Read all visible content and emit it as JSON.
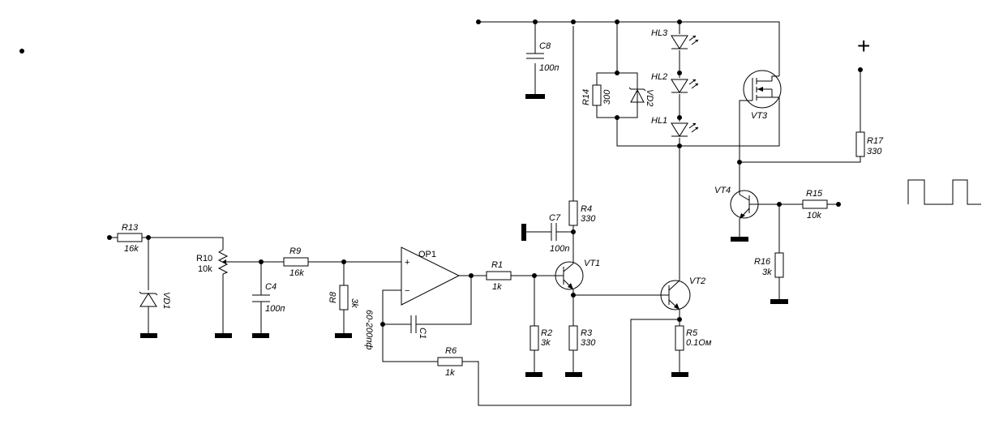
{
  "components": {
    "R13": {
      "ref": "R13",
      "value": "16k"
    },
    "VD1": {
      "ref": "VD1"
    },
    "R10": {
      "ref": "R10",
      "value": "10k"
    },
    "C4": {
      "ref": "C4",
      "value": "100п"
    },
    "R9": {
      "ref": "R9",
      "value": "16k"
    },
    "R8": {
      "ref": "R8",
      "value": "3k"
    },
    "OP1": {
      "ref": "OP1",
      "plus": "+",
      "minus": "−"
    },
    "C1": {
      "ref": "C1",
      "value": "60-200пф"
    },
    "R6": {
      "ref": "R6",
      "value": "1k"
    },
    "R1": {
      "ref": "R1",
      "value": "1k"
    },
    "R2": {
      "ref": "R2",
      "value": "3k"
    },
    "VT1": {
      "ref": "VT1"
    },
    "R3": {
      "ref": "R3",
      "value": "330"
    },
    "R4": {
      "ref": "R4",
      "value": "330"
    },
    "C7": {
      "ref": "C7",
      "value": "100n"
    },
    "VT2": {
      "ref": "VT2"
    },
    "R5": {
      "ref": "R5",
      "value": "0.1Ом"
    },
    "C8": {
      "ref": "C8",
      "value": "100п"
    },
    "R14": {
      "ref": "R14",
      "value": "300"
    },
    "VD2": {
      "ref": "VD2"
    },
    "HL1": {
      "ref": "HL1"
    },
    "HL2": {
      "ref": "HL2"
    },
    "HL3": {
      "ref": "HL3"
    },
    "VT3": {
      "ref": "VT3"
    },
    "VT4": {
      "ref": "VT4"
    },
    "R15": {
      "ref": "R15",
      "value": "10k"
    },
    "R16": {
      "ref": "R16",
      "value": "3k"
    },
    "R17": {
      "ref": "R17",
      "value": "330"
    }
  },
  "supply": {
    "plus_sign": "+"
  },
  "colors": {
    "ink": "#000000",
    "background": "#ffffff"
  },
  "icons": {
    "input_signal": "square-wave-icon"
  }
}
